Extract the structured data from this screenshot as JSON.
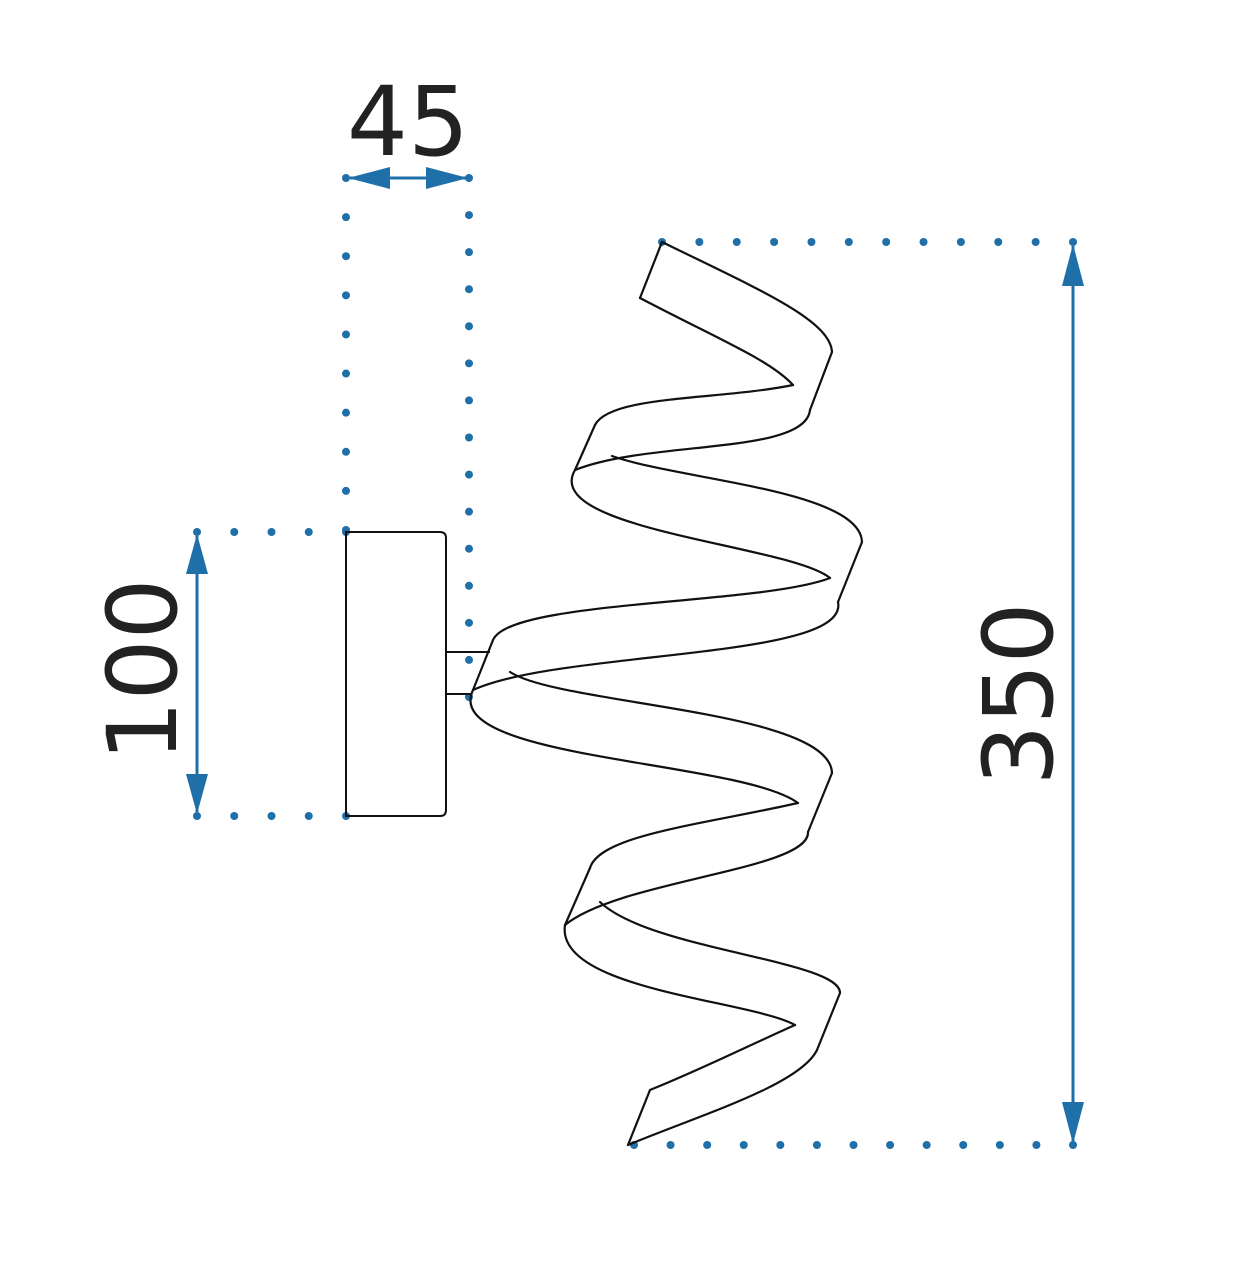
{
  "dimensions": {
    "depth": "45",
    "mount_height": "100",
    "total_height": "350"
  },
  "colors": {
    "dimension_line": "#1f6fa8",
    "outline": "#111111",
    "label": "#222222"
  }
}
